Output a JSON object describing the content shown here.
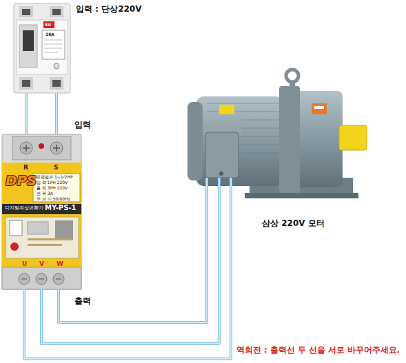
{
  "diagram": {
    "nodes": [
      {
        "text": [
          "입력 : 단상220V",
          "SU",
          "20A"
        ]
      },
      {
        "text": [
          "입력",
          "R",
          "S",
          "DPS",
          "용량범위 1~1/2HP",
          "입 력 1PH 220V",
          "출 력 3PH 220V",
          "전 류 3A",
          "주 파 수 50/60Hz",
          "디지털위상변환기",
          "MY-PS-1",
          "U",
          "V",
          "W",
          "출력"
        ]
      },
      {
        "text": [
          "삼상 220V 모터"
        ]
      }
    ],
    "edges": [
      {
        "from": 0,
        "to": 1,
        "arrow": "none"
      },
      {
        "from": 0,
        "to": 1,
        "arrow": "none"
      },
      {
        "from": 1,
        "to": 2,
        "arrow": "none"
      },
      {
        "from": 1,
        "to": 2,
        "arrow": "none"
      },
      {
        "from": 1,
        "to": 2,
        "arrow": "none"
      }
    ],
    "labels": [
      "역회전 : 출력선 두 선을 서로 바꾸어주세요."
    ]
  }
}
